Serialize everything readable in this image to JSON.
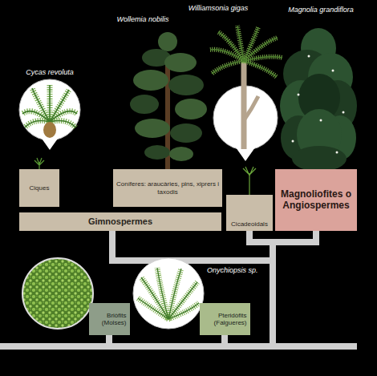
{
  "diagram": {
    "nodes": [
      {
        "text": [
          "Ciques"
        ]
      },
      {
        "text": [
          "Coníferes: araucàries, pins, xiprers i taxodis"
        ]
      },
      {
        "text": [
          "Cicadeoidals"
        ]
      },
      {
        "text": [
          "Magnoliofites o Angiospermes"
        ]
      },
      {
        "text": [
          "Gimnospermes"
        ]
      },
      {
        "text": [
          "Briòfits (Molses)"
        ]
      },
      {
        "text": [
          "Pteridòfits (Falgueres)"
        ]
      }
    ],
    "edges": [
      {
        "from": 2,
        "to": 3,
        "arrow": "none"
      },
      {
        "from": 4,
        "to": 2,
        "arrow": "none"
      },
      {
        "from": 5,
        "to": 6,
        "arrow": "none"
      },
      {
        "from": 6,
        "to": 4,
        "arrow": "none"
      }
    ],
    "labels": [
      "Cycas revoluta",
      "Wollemia nobilis",
      "Williamsonia gigas",
      "Magnolia grandiflora",
      "Onychiopsis sp."
    ]
  }
}
